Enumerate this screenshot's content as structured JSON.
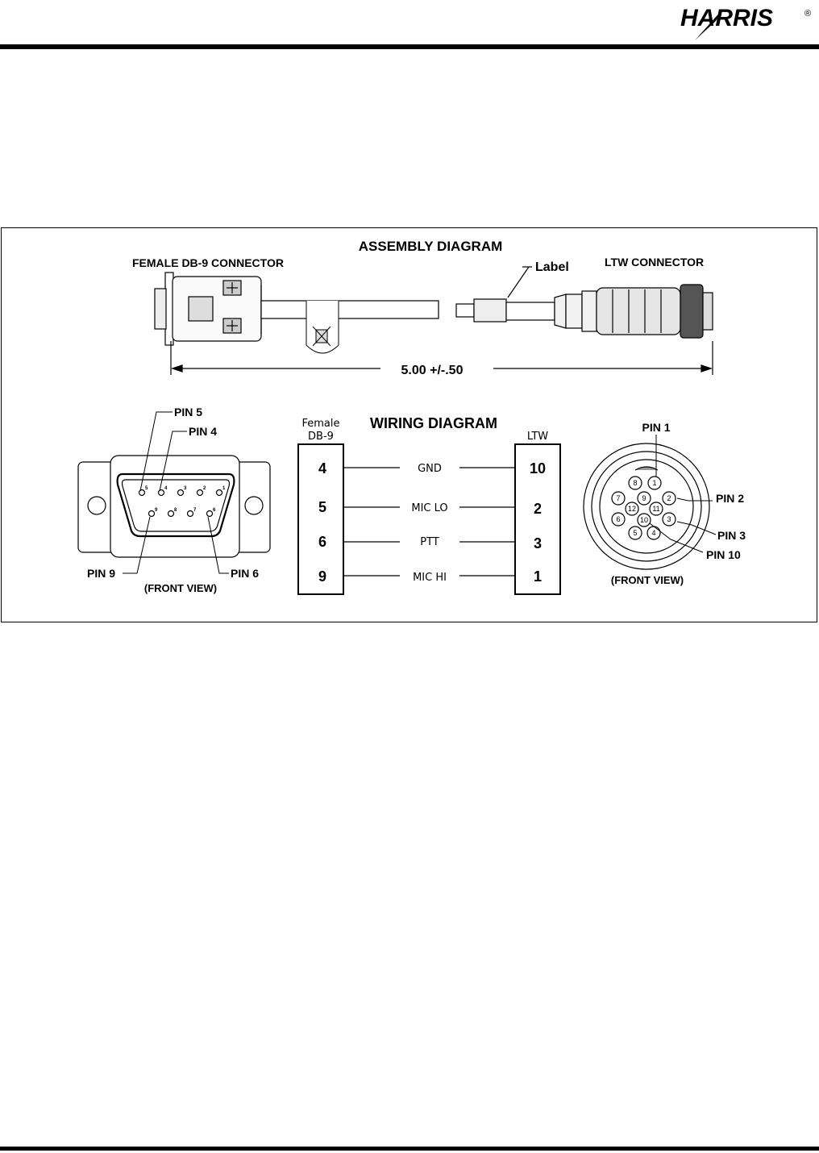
{
  "header": {
    "logo_text": "HARRIS",
    "logo_mark": "®"
  },
  "assembly": {
    "title": "ASSEMBLY DIAGRAM",
    "left_connector": "FEMALE DB-9 CONNECTOR",
    "right_connector": "LTW CONNECTOR",
    "label_callout": "Label",
    "dimension": "5.00 +/-.50"
  },
  "wiring": {
    "title": "WIRING DIAGRAM",
    "left_header_line1": "Female",
    "left_header_line2": "DB-9",
    "right_header": "LTW",
    "rows": [
      {
        "db9": "4",
        "signal": "GND",
        "ltw": "10"
      },
      {
        "db9": "5",
        "signal": "MIC LO",
        "ltw": "2"
      },
      {
        "db9": "6",
        "signal": "PTT",
        "ltw": "3"
      },
      {
        "db9": "9",
        "signal": "MIC HI",
        "ltw": "1"
      }
    ]
  },
  "db9_view": {
    "pin5": "PIN 5",
    "pin4": "PIN 4",
    "pin9": "PIN 9",
    "pin6": "PIN 6",
    "caption": "(FRONT VIEW)",
    "top_pin_numbers": [
      "5",
      "4",
      "3",
      "2",
      "1"
    ],
    "bottom_pin_numbers": [
      "9",
      "8",
      "7",
      "6"
    ]
  },
  "ltw_view": {
    "pin1": "PIN 1",
    "pin2": "PIN 2",
    "pin3": "PIN 3",
    "pin10": "PIN 10",
    "caption": "(FRONT VIEW)",
    "pin_numbers": [
      "1",
      "2",
      "3",
      "4",
      "5",
      "6",
      "7",
      "8",
      "9",
      "10",
      "11",
      "12"
    ]
  }
}
